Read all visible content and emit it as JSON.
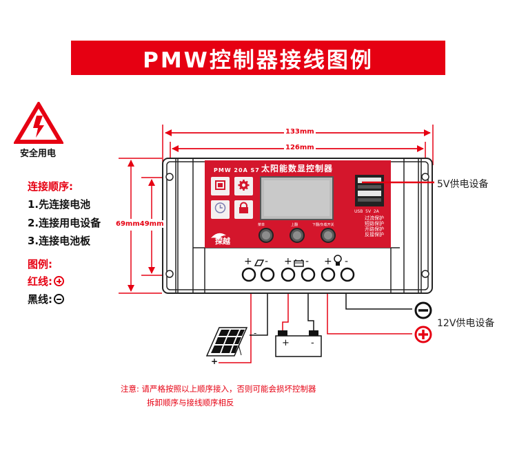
{
  "title": "PMW控制器接线图例",
  "warning": {
    "icon": "high-voltage-warning-icon",
    "label": "安全用电"
  },
  "sequence": {
    "title": "连接顺序:",
    "steps": [
      "1.先连接电池",
      "2.连接用电设备",
      "3.连接电池板"
    ]
  },
  "legend": {
    "title": "图例:",
    "red_label": "红线:",
    "black_label": "黑线:"
  },
  "dimensions": {
    "outer_width": "133mm",
    "inner_width": "126mm",
    "outer_height": "69mm",
    "inner_height": "49mm"
  },
  "controller": {
    "model": "PMW 20A S7",
    "panel_title": "太阳能数显控制器",
    "brand": "探越",
    "icons": [
      {
        "name": "mcu-chip-icon"
      },
      {
        "name": "settings-gear-icon"
      },
      {
        "name": "clock-icon"
      },
      {
        "name": "lock-icon"
      }
    ],
    "button_labels": [
      "菜单",
      "上翻",
      "下翻/负载开关"
    ],
    "usb_label": "USB  5V  2A",
    "protections": [
      "过流保护",
      "短路保护",
      "开路保护",
      "反接保护"
    ],
    "terminal_groups": [
      "solar-panel",
      "battery",
      "load-lamp"
    ],
    "terminal_signs": {
      "plus": "+",
      "minus": "-"
    }
  },
  "outputs": {
    "usb_device": "5V供电设备",
    "dc_device": "12V供电设备"
  },
  "wiring": {
    "solar_plus": "+",
    "solar_minus": "-",
    "battery_plus": "+",
    "battery_minus": "-"
  },
  "colors": {
    "red": "#e60012",
    "panel_red": "#d4162c",
    "black": "#111111"
  },
  "note": {
    "line1": "注意:  请严格按照以上顺序接入，否则可能会损坏控制器",
    "line2": "拆卸顺序与接线顺序相反"
  }
}
